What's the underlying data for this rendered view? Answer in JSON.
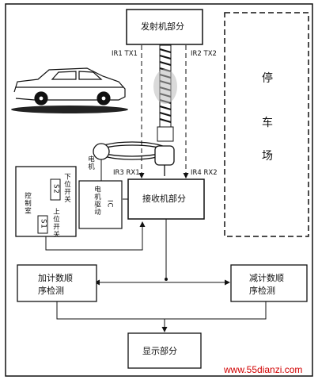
{
  "blocks": {
    "transmitter": "发射机部分",
    "receiver": "接收机部分",
    "add_count": [
      "加计数顺",
      "序检测"
    ],
    "sub_count": [
      "减计数顺",
      "序检测"
    ],
    "display": "显示部分",
    "parking": [
      "停",
      "车",
      "场"
    ],
    "control_room": "控制室",
    "motor_drive": "电机驱动",
    "ic": "IC",
    "motor": "电机",
    "switch_lower": "下位开关",
    "switch_upper": "上位开关",
    "s2": "S2",
    "s1": "S1"
  },
  "signals": {
    "ir1_tx1": "IR1 TX1",
    "ir2_tx2": "IR2 TX2",
    "ir3_rx1": "IR3 RX1",
    "ir4_rx2": "IR4 RX2"
  },
  "watermark": "www.55dianzi.com"
}
